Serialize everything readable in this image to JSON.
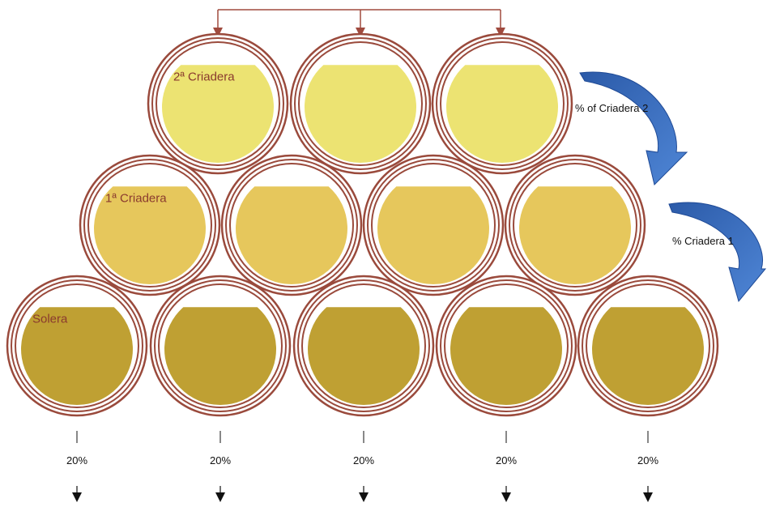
{
  "tiers": [
    {
      "label": "2ª Criadera",
      "barrel_count": 3,
      "wine_color": "#ece372"
    },
    {
      "label": "1ª Criadera",
      "barrel_count": 4,
      "wine_color": "#e6c75c"
    },
    {
      "label": "Solera",
      "barrel_count": 5,
      "wine_color": "#bfa033"
    }
  ],
  "transfers": [
    {
      "label": "% of Criadera 2"
    },
    {
      "label": "% Criadera 1"
    }
  ],
  "withdrawal": {
    "label": "20%",
    "count": 5
  },
  "colors": {
    "barrel_ring": "#9a4a3c",
    "feed_line": "#a04a3e",
    "transfer_arrow": "#3f6fc0",
    "transfer_arrow_dark": "#1f4a96"
  }
}
